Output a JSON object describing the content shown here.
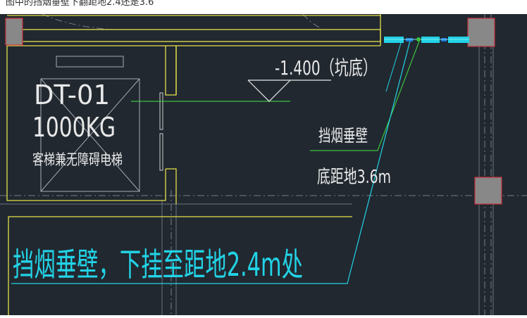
{
  "caption": "图中的挡烟垂壁下翻距地2.4还是3.6",
  "drawing": {
    "elevator": {
      "code": "DT-01",
      "capacity": "1000KG",
      "description": "客梯兼无障碍电梯"
    },
    "pit_level": "-1.400（坑底）",
    "smoke_curtain_right": {
      "title": "挡烟垂壁",
      "height_note": "底距地3.6m"
    },
    "smoke_curtain_bottom": "挡烟垂壁，下挂至距地2.4m处"
  },
  "colors": {
    "background": "#212830",
    "wall_yellow": "#e5e04a",
    "text_white": "#e8e8e8",
    "leader_green": "#3ec23e",
    "cyan": "#22d3e6",
    "column_gray": "#888888",
    "column_border": "#c8313a"
  }
}
